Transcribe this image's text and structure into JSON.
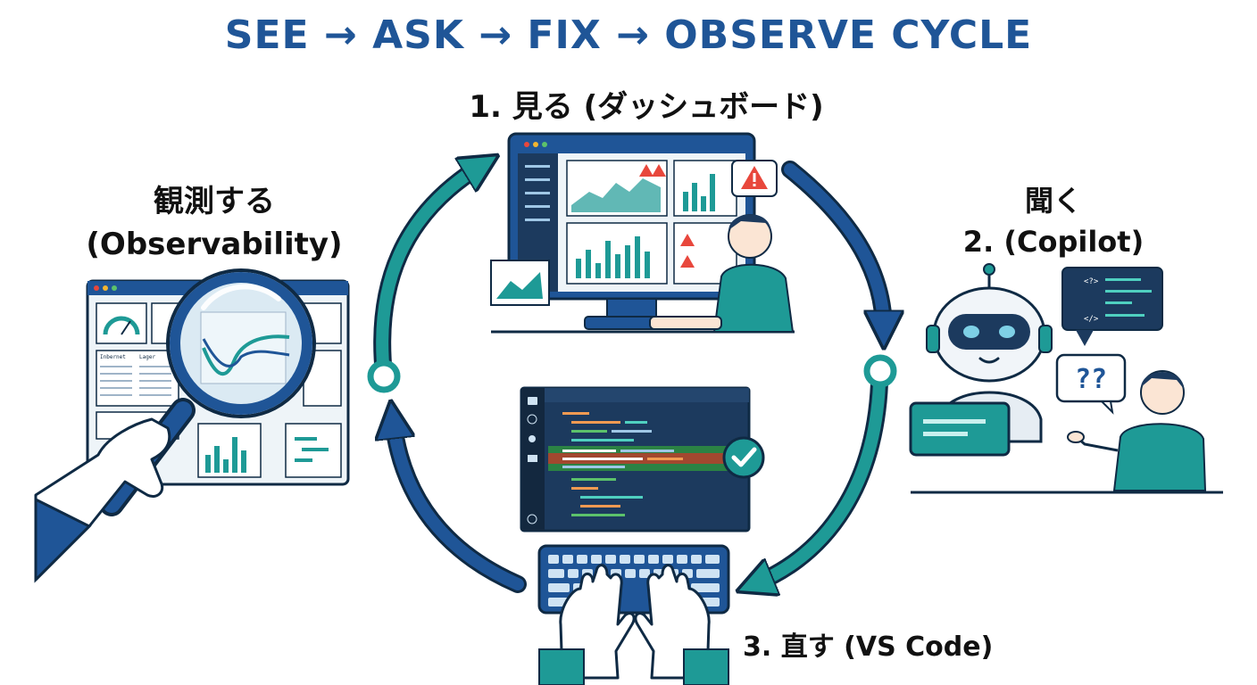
{
  "title": "SEE → ASK → FIX → OBSERVE CYCLE",
  "steps": {
    "see": "1. 見る (ダッシュボード)",
    "ask_line1": "聞く",
    "ask_line2": "2. (Copilot)",
    "fix": "3. 直す (VS Code)",
    "observe_line1": "観測する",
    "observe_line2": "(Observability)"
  },
  "panel_labels": {
    "col_a": "Inbernet",
    "col_b": "Lager",
    "code_tag_1": "<?>",
    "code_tag_2": "</>",
    "question": "??"
  },
  "colors": {
    "navy": "#1f5597",
    "teal": "#1e9a96",
    "dark": "#1c3a5e",
    "alert": "#e8473c"
  },
  "icons": [
    "warning-icon",
    "check-icon",
    "magnifier-icon",
    "robot-icon",
    "keyboard-icon",
    "cycle-arrow-icon"
  ]
}
